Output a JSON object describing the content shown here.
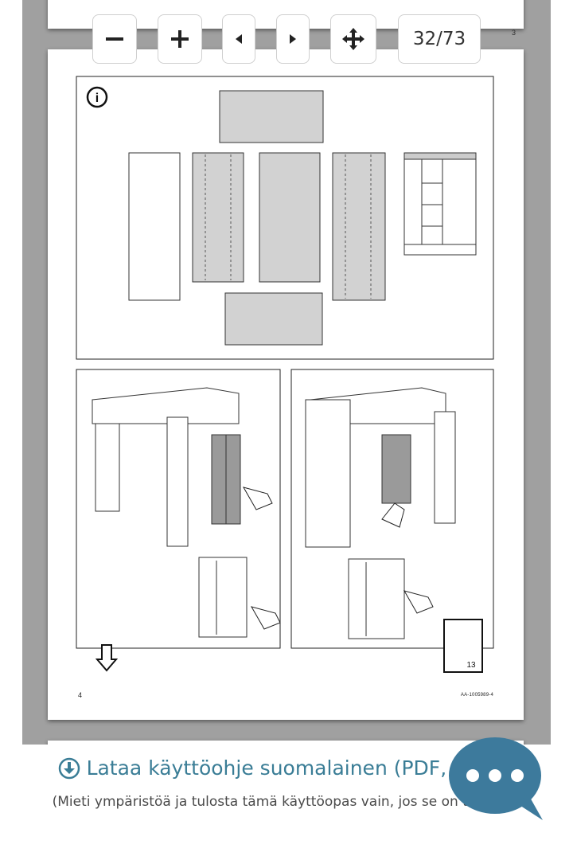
{
  "viewer": {
    "prev_page_number": "3",
    "current_page": "32/73",
    "page_footer_number": "4",
    "page_footer_code": "AA-1005989-4",
    "info_label": "i",
    "step_number": "13"
  },
  "toolbar": {
    "zoom_out_icon": "minus-icon",
    "zoom_in_icon": "plus-icon",
    "prev_icon": "triangle-left-icon",
    "next_icon": "triangle-right-icon",
    "move_icon": "move-arrows-icon"
  },
  "download": {
    "link_text": "Lataa käyttöohje suomalainen (PDF, 1 MB)",
    "note": "(Mieti ympäristöä ja tulosta tämä käyttöopas vain, jos se on tarpeen)"
  },
  "chat": {
    "icon": "chat-bubble-icon",
    "color": "#3d7a9c"
  }
}
